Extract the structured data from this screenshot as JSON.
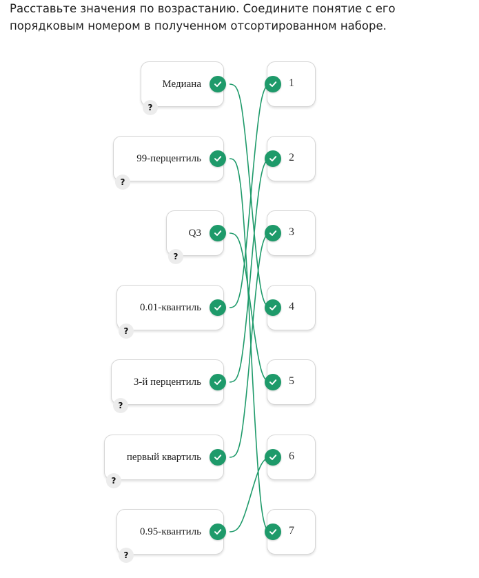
{
  "question": "Расставьте значения по возрастанию. Соедините понятие с его порядковым номером в полученном отсортированном наборе.",
  "left_items": [
    {
      "label": "Медиана",
      "hint": "?",
      "status": "correct"
    },
    {
      "label": "99-перцентиль",
      "hint": "?",
      "status": "correct"
    },
    {
      "label": "Q3",
      "hint": "?",
      "status": "correct"
    },
    {
      "label": "0.01-квантиль",
      "hint": "?",
      "status": "correct"
    },
    {
      "label": "3-й перцентиль",
      "hint": "?",
      "status": "correct"
    },
    {
      "label": "первый квартиль",
      "hint": "?",
      "status": "correct"
    },
    {
      "label": "0.95-квантиль",
      "hint": "?",
      "status": "correct"
    }
  ],
  "right_items": [
    {
      "label": "1",
      "status": "correct"
    },
    {
      "label": "2",
      "status": "correct"
    },
    {
      "label": "3",
      "status": "correct"
    },
    {
      "label": "4",
      "status": "correct"
    },
    {
      "label": "5",
      "status": "correct"
    },
    {
      "label": "6",
      "status": "correct"
    },
    {
      "label": "7",
      "status": "correct"
    }
  ],
  "connections": [
    [
      0,
      3
    ],
    [
      1,
      6
    ],
    [
      2,
      4
    ],
    [
      3,
      0
    ],
    [
      4,
      1
    ],
    [
      5,
      2
    ],
    [
      6,
      5
    ]
  ],
  "colors": {
    "accent": "#1e9a6a",
    "line": "#1e9a6a",
    "border": "#d6d6d6",
    "hint_bg": "#ececec"
  },
  "icons": {
    "check": "check-icon",
    "hint": "question-icon"
  }
}
